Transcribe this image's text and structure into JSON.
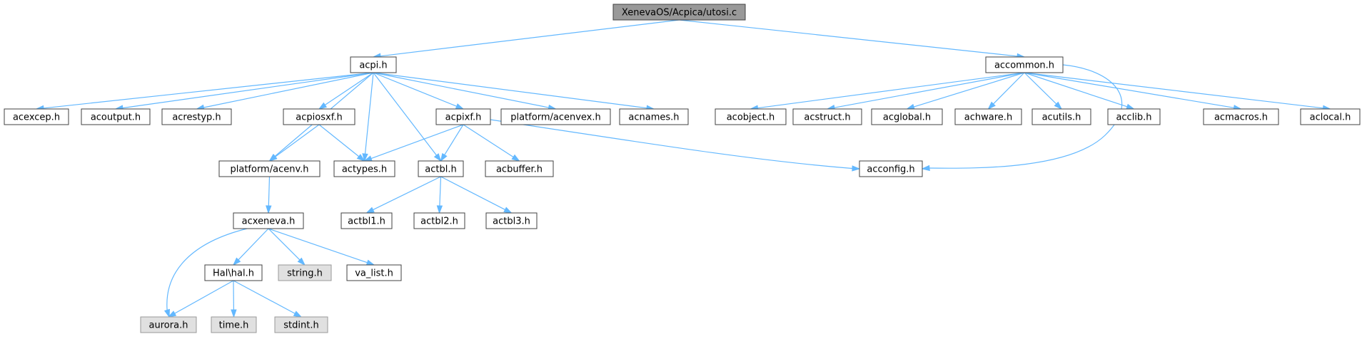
{
  "colors": {
    "edge": "#63b8ff",
    "node_fill": "#ffffff",
    "node_stroke": "#404040",
    "root_fill": "#999999",
    "missing_fill": "#e0e0e0",
    "missing_stroke": "#999999",
    "background": "#ffffff"
  },
  "nodes": {
    "root": {
      "label": "XenevaOS/Acpica/utosi.c",
      "kind": "root"
    },
    "acpi_h": {
      "label": "acpi.h",
      "kind": "normal"
    },
    "accommon_h": {
      "label": "accommon.h",
      "kind": "normal"
    },
    "acexcep_h": {
      "label": "acexcep.h",
      "kind": "normal"
    },
    "acoutput_h": {
      "label": "acoutput.h",
      "kind": "normal"
    },
    "acrestyp_h": {
      "label": "acrestyp.h",
      "kind": "normal"
    },
    "acpiosxf_h": {
      "label": "acpiosxf.h",
      "kind": "normal"
    },
    "acpixf_h": {
      "label": "acpixf.h",
      "kind": "normal"
    },
    "platform_acenvex_h": {
      "label": "platform/acenvex.h",
      "kind": "normal"
    },
    "acnames_h": {
      "label": "acnames.h",
      "kind": "normal"
    },
    "acobject_h": {
      "label": "acobject.h",
      "kind": "normal"
    },
    "acstruct_h": {
      "label": "acstruct.h",
      "kind": "normal"
    },
    "acglobal_h": {
      "label": "acglobal.h",
      "kind": "normal"
    },
    "achware_h": {
      "label": "achware.h",
      "kind": "normal"
    },
    "acutils_h": {
      "label": "acutils.h",
      "kind": "normal"
    },
    "acclib_h": {
      "label": "acclib.h",
      "kind": "normal"
    },
    "acmacros_h": {
      "label": "acmacros.h",
      "kind": "normal"
    },
    "aclocal_h": {
      "label": "aclocal.h",
      "kind": "normal"
    },
    "platform_acenv_h": {
      "label": "platform/acenv.h",
      "kind": "normal"
    },
    "actypes_h": {
      "label": "actypes.h",
      "kind": "normal"
    },
    "actbl_h": {
      "label": "actbl.h",
      "kind": "normal"
    },
    "acbuffer_h": {
      "label": "acbuffer.h",
      "kind": "normal"
    },
    "acconfig_h": {
      "label": "acconfig.h",
      "kind": "normal"
    },
    "acxeneva_h": {
      "label": "acxeneva.h",
      "kind": "normal"
    },
    "actbl1_h": {
      "label": "actbl1.h",
      "kind": "normal"
    },
    "actbl2_h": {
      "label": "actbl2.h",
      "kind": "normal"
    },
    "actbl3_h": {
      "label": "actbl3.h",
      "kind": "normal"
    },
    "hal_hal_h": {
      "label": "Hal\\hal.h",
      "kind": "normal"
    },
    "string_h": {
      "label": "string.h",
      "kind": "missing"
    },
    "va_list_h": {
      "label": "va_list.h",
      "kind": "normal"
    },
    "aurora_h": {
      "label": "aurora.h",
      "kind": "missing"
    },
    "time_h": {
      "label": "time.h",
      "kind": "missing"
    },
    "stdint_h": {
      "label": "stdint.h",
      "kind": "missing"
    }
  },
  "edges": [
    [
      "root",
      "acpi_h"
    ],
    [
      "root",
      "accommon_h"
    ],
    [
      "acpi_h",
      "acexcep_h"
    ],
    [
      "acpi_h",
      "acoutput_h"
    ],
    [
      "acpi_h",
      "acrestyp_h"
    ],
    [
      "acpi_h",
      "acpiosxf_h"
    ],
    [
      "acpi_h",
      "acpixf_h"
    ],
    [
      "acpi_h",
      "platform_acenvex_h"
    ],
    [
      "acpi_h",
      "acnames_h"
    ],
    [
      "acpi_h",
      "platform_acenv_h"
    ],
    [
      "acpi_h",
      "actypes_h"
    ],
    [
      "acpi_h",
      "actbl_h"
    ],
    [
      "acpiosxf_h",
      "platform_acenv_h"
    ],
    [
      "acpiosxf_h",
      "actypes_h"
    ],
    [
      "acpixf_h",
      "actypes_h"
    ],
    [
      "acpixf_h",
      "actbl_h"
    ],
    [
      "acpixf_h",
      "acbuffer_h"
    ],
    [
      "acpixf_h",
      "acconfig_h"
    ],
    [
      "accommon_h",
      "acobject_h"
    ],
    [
      "accommon_h",
      "acstruct_h"
    ],
    [
      "accommon_h",
      "acglobal_h"
    ],
    [
      "accommon_h",
      "achware_h"
    ],
    [
      "accommon_h",
      "acutils_h"
    ],
    [
      "accommon_h",
      "acclib_h"
    ],
    [
      "accommon_h",
      "acmacros_h"
    ],
    [
      "accommon_h",
      "aclocal_h"
    ],
    [
      "accommon_h",
      "acconfig_h"
    ],
    [
      "platform_acenv_h",
      "acxeneva_h"
    ],
    [
      "actbl_h",
      "actbl1_h"
    ],
    [
      "actbl_h",
      "actbl2_h"
    ],
    [
      "actbl_h",
      "actbl3_h"
    ],
    [
      "acxeneva_h",
      "hal_hal_h"
    ],
    [
      "acxeneva_h",
      "string_h"
    ],
    [
      "acxeneva_h",
      "va_list_h"
    ],
    [
      "acxeneva_h",
      "aurora_h"
    ],
    [
      "hal_hal_h",
      "aurora_h"
    ],
    [
      "hal_hal_h",
      "time_h"
    ],
    [
      "hal_hal_h",
      "stdint_h"
    ]
  ]
}
